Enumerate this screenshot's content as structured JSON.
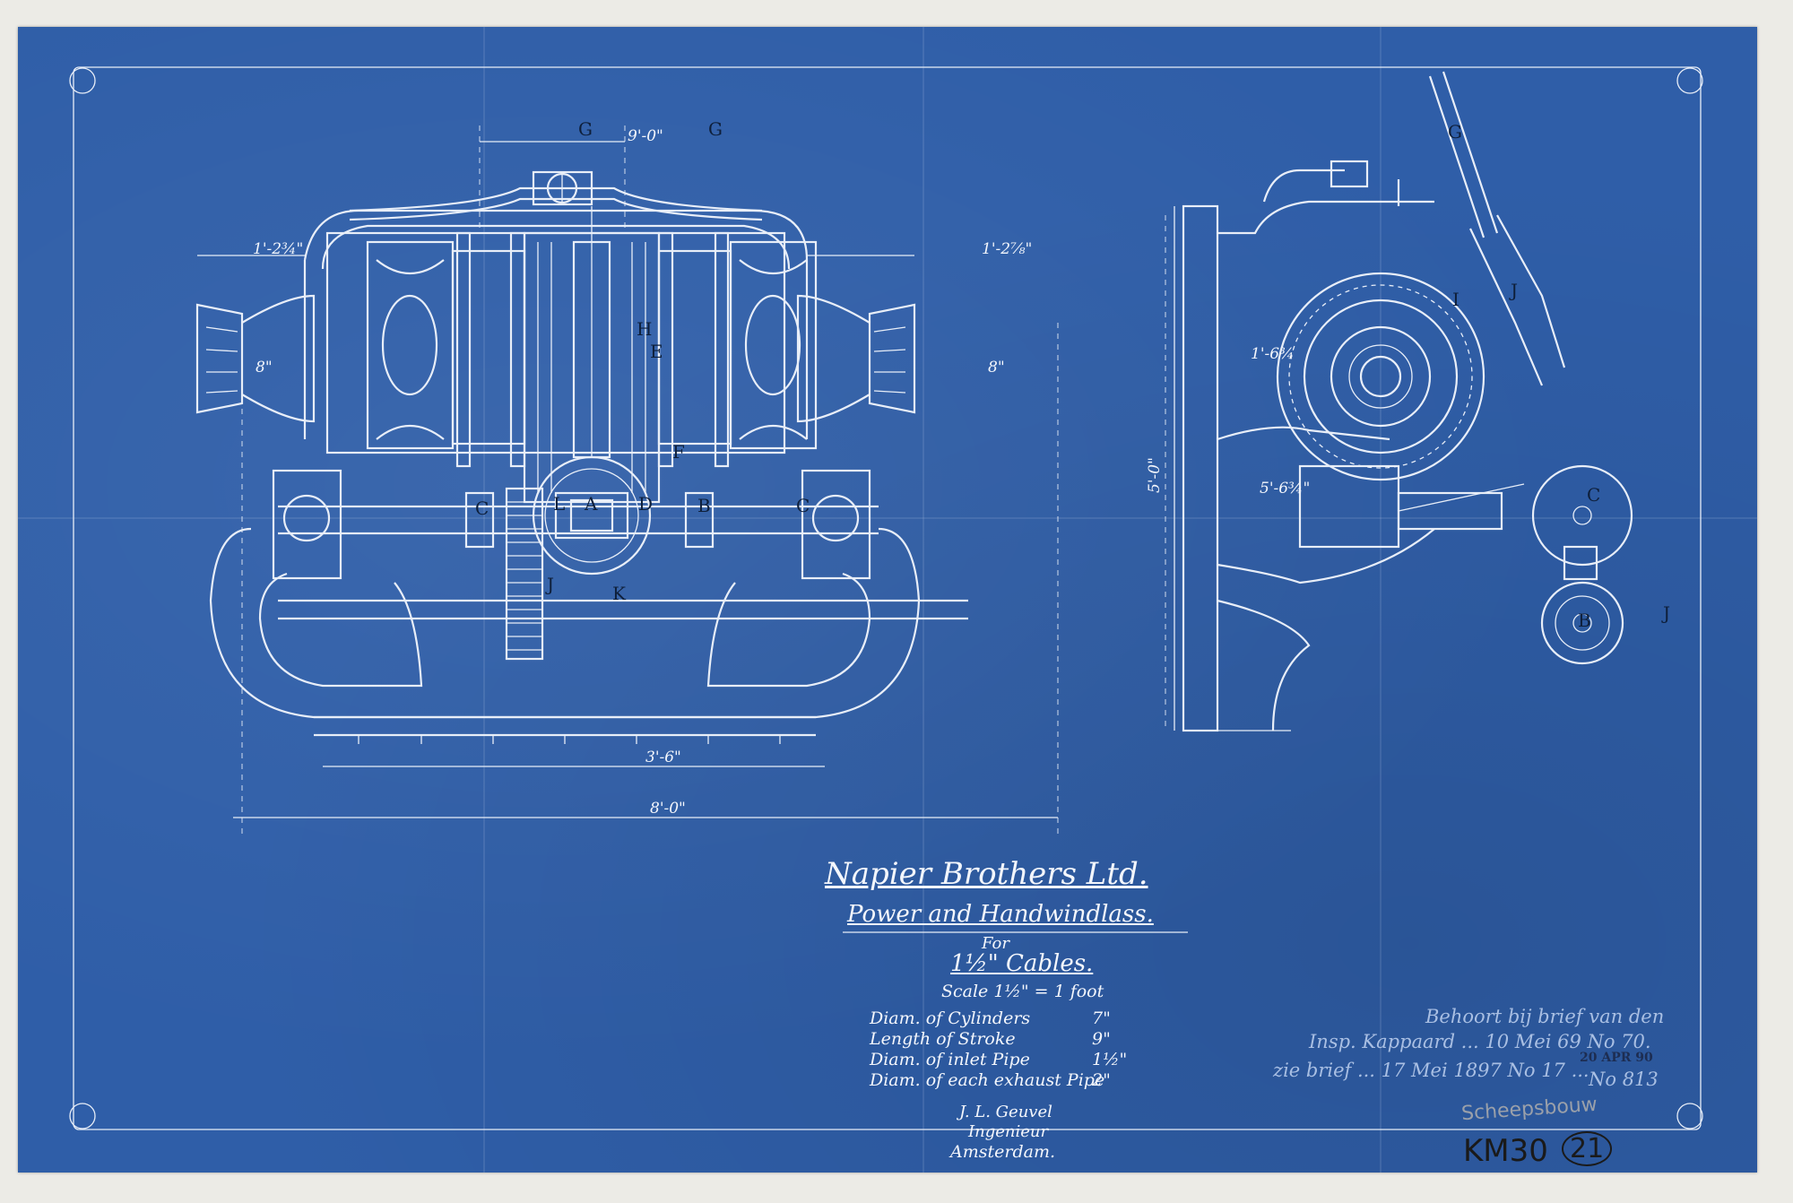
{
  "title": {
    "company": "Napier Brothers Ltd.",
    "subject": "Power and Handwindlass.",
    "for_label": "For",
    "cables": "1½\" Cables.",
    "scale": "Scale 1½\" = 1 foot"
  },
  "specs": [
    {
      "label": "Diam. of Cylinders",
      "value": "7\""
    },
    {
      "label": "Length of Stroke",
      "value": "9\""
    },
    {
      "label": "Diam. of inlet Pipe",
      "value": "1½\""
    },
    {
      "label": "Diam. of each exhaust Pipe",
      "value": "2\""
    }
  ],
  "signature": {
    "name": "J. L. Geuvel",
    "role": "Ingenieur",
    "place": "Amsterdam."
  },
  "dimensions": {
    "top": "9'-0\"",
    "left_side": "1'-2¾\"",
    "right_side": "1'-2⅞\"",
    "mid": "3'-6\"",
    "bottom": "8'-0\"",
    "height": "5'-0\"",
    "side_upper": "1'-6¾",
    "side_lower": "5'-6¾\"",
    "barrel_left": "8\"",
    "barrel_right": "8\""
  },
  "part_letters": {
    "g_left": "G",
    "g_right": "G",
    "h": "H",
    "e": "E",
    "f": "F",
    "c_left": "C",
    "l": "L",
    "a": "A",
    "d": "D",
    "b": "B",
    "c_right": "C",
    "j": "J",
    "k": "K",
    "side_g": "G",
    "side_i": "I",
    "side_j": "J",
    "side_c": "C",
    "side_b": "B",
    "side_j2": "J"
  },
  "notes": {
    "pencil_line1": "Behoort bij brief van den",
    "pencil_line2": "Insp. Kappaard ... 10 Mei 69 No 70.",
    "pencil_line3": "zie brief ... 17 Mei 1897 No 17 ...",
    "stamp": "20 APR 90",
    "number": "No 813",
    "margin_pencil": "Scheepsbouw",
    "archive_code": "KM30",
    "archive_number": "21"
  }
}
